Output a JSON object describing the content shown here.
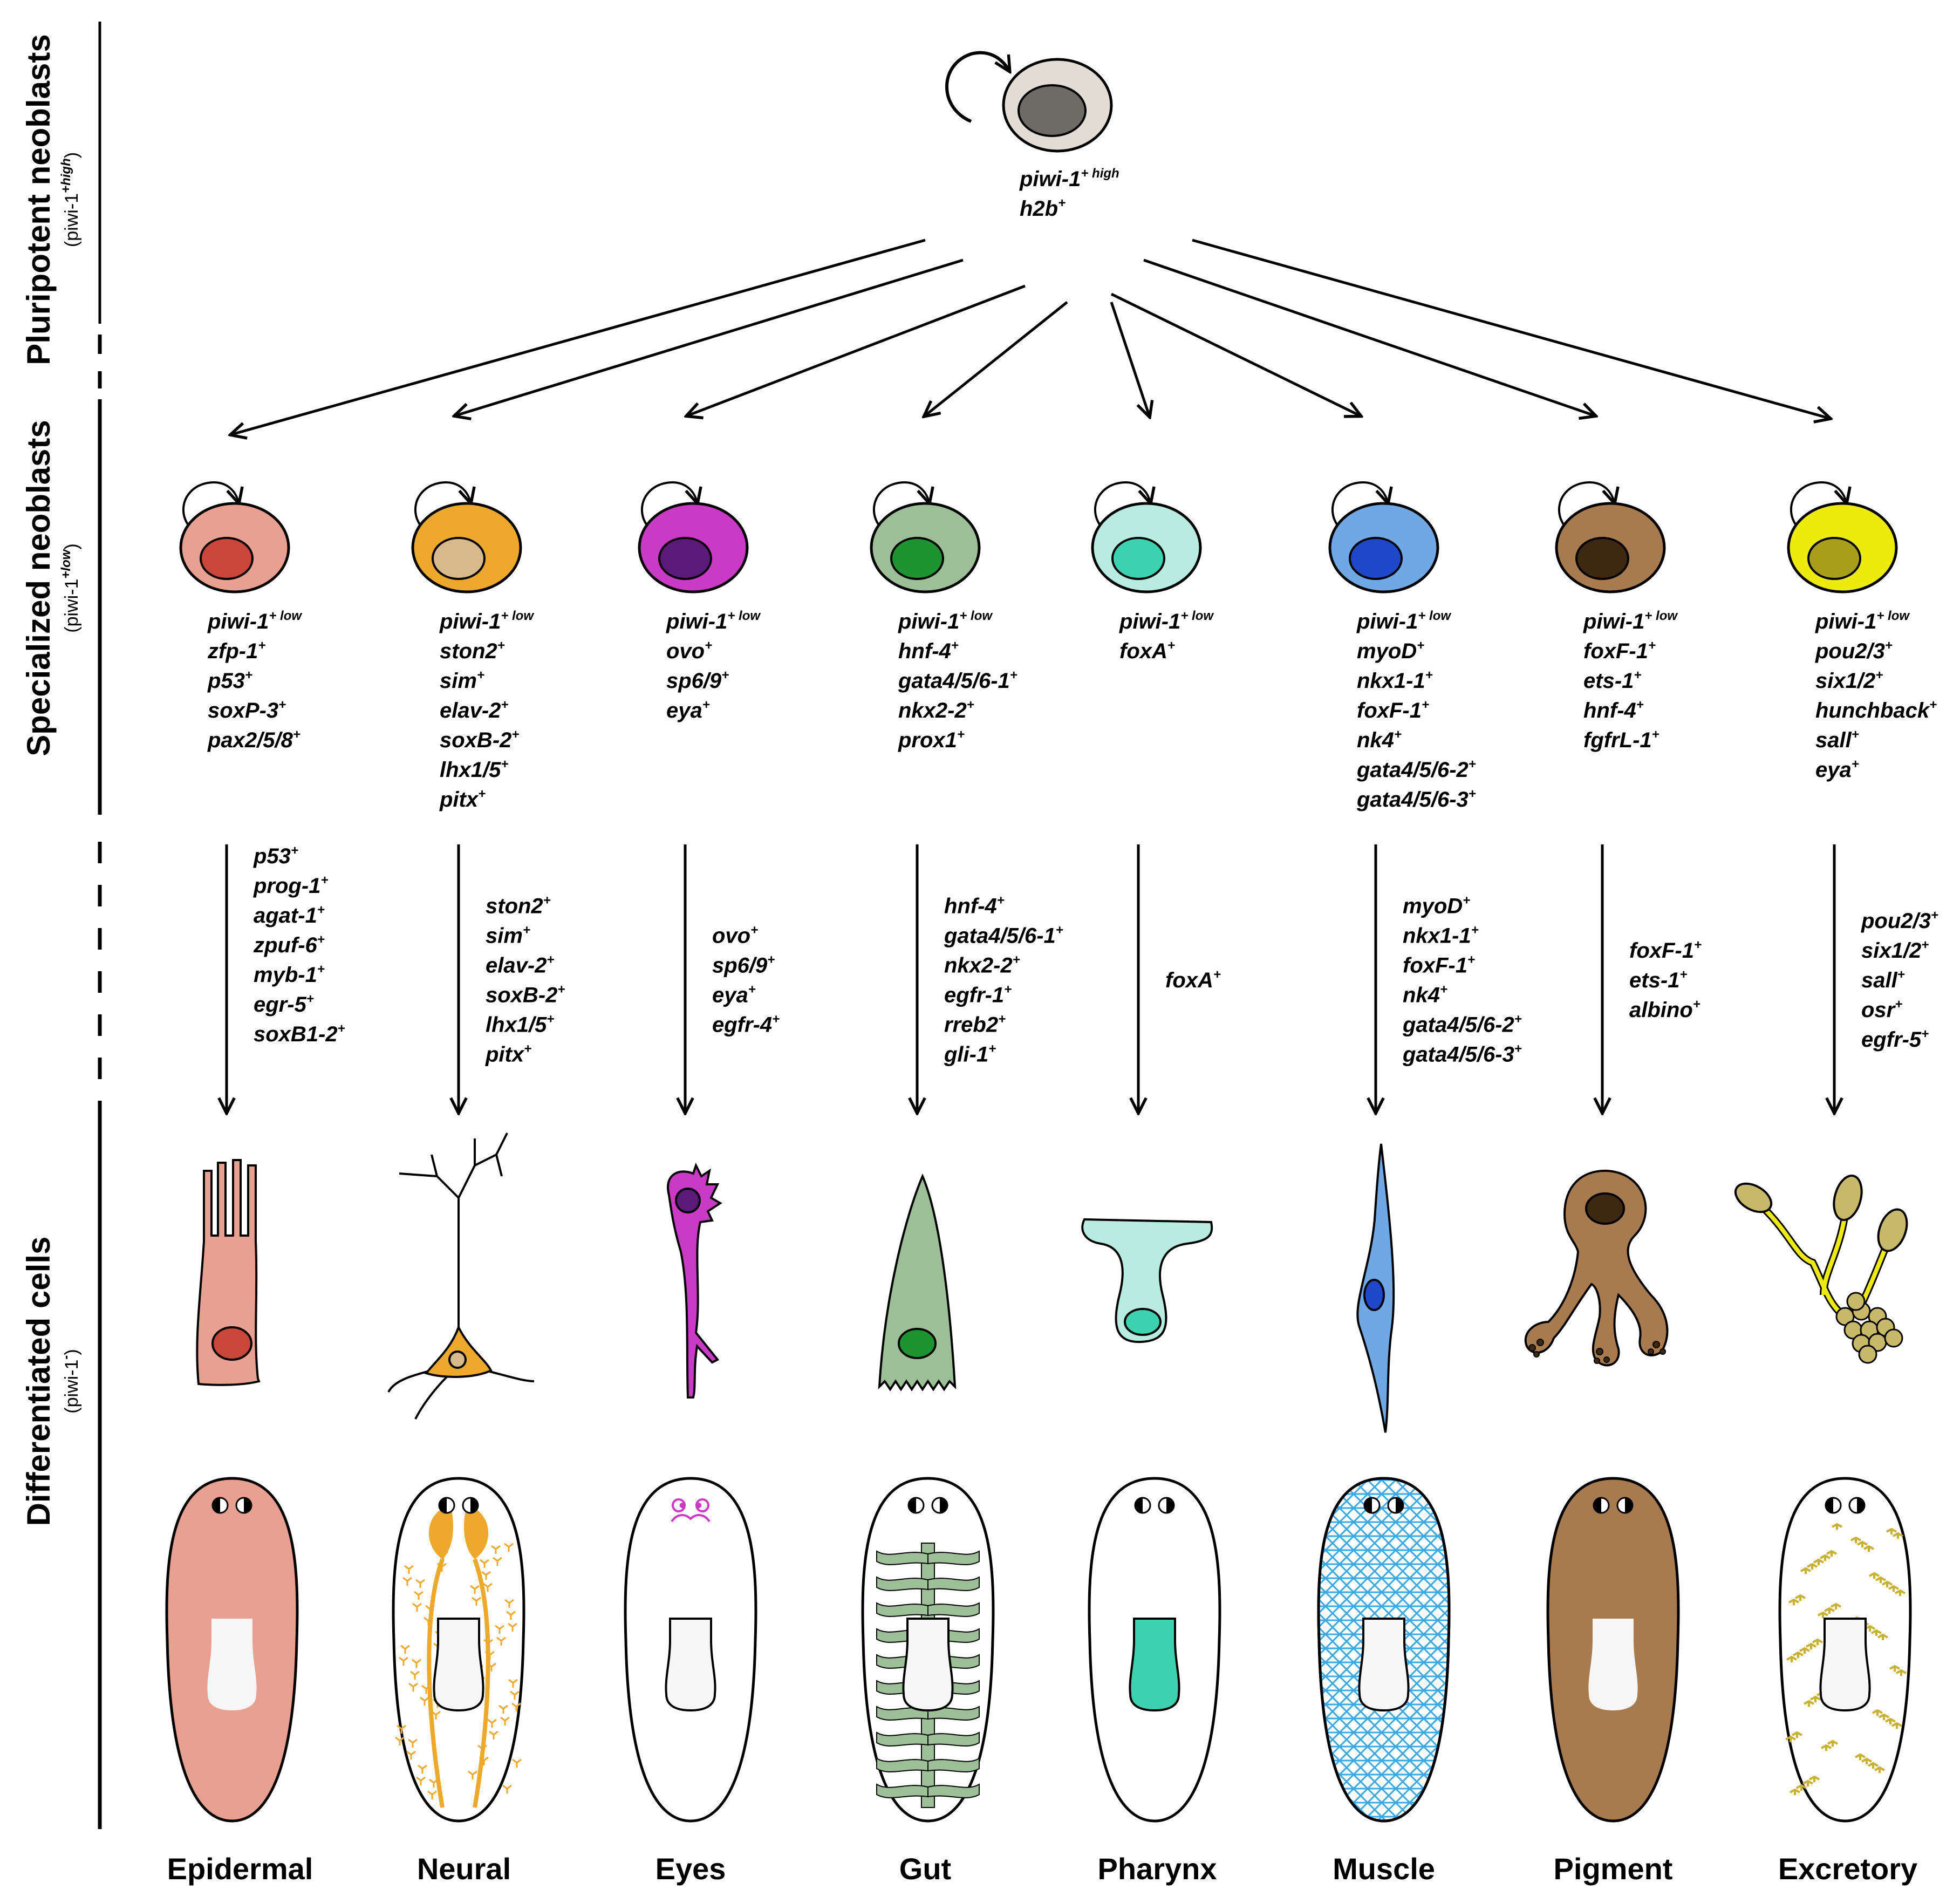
{
  "stages": [
    {
      "label": "Pluripotent neoblasts",
      "sub": "piwi-1",
      "sub_sup": "+high"
    },
    {
      "label": "Specialized neoblasts",
      "sub": "piwi-1",
      "sub_sup": "+low"
    },
    {
      "label": "Differentiated cells",
      "sub": "piwi-1",
      "sub_sup": "-"
    }
  ],
  "pluripotent": {
    "markers": [
      {
        "name": "piwi-1",
        "sup": "+ high"
      },
      {
        "name": "h2b",
        "sup": "+"
      }
    ]
  },
  "lineages": [
    {
      "name": "Epidermal",
      "cell_color": "#e8a090",
      "nucleus_color": "#c8473a",
      "neoblast_markers": [
        {
          "name": "piwi-1",
          "sup": "+ low"
        },
        {
          "name": "zfp-1",
          "sup": "+"
        },
        {
          "name": "p53",
          "sup": "+"
        },
        {
          "name": "soxP-3",
          "sup": "+"
        },
        {
          "name": "pax2/5/8",
          "sup": "+"
        }
      ],
      "progenitor_markers": [
        {
          "name": "p53",
          "sup": "+"
        },
        {
          "name": "prog-1",
          "sup": "+"
        },
        {
          "name": "agat-1",
          "sup": "+"
        },
        {
          "name": "zpuf-6",
          "sup": "+"
        },
        {
          "name": "myb-1",
          "sup": "+"
        },
        {
          "name": "egr-5",
          "sup": "+"
        },
        {
          "name": "soxB1-2",
          "sup": "+"
        }
      ]
    },
    {
      "name": "Neural",
      "cell_color": "#eea92c",
      "nucleus_color": "#d8b98c",
      "neoblast_markers": [
        {
          "name": "piwi-1",
          "sup": "+ low"
        },
        {
          "name": "ston2",
          "sup": "+"
        },
        {
          "name": "sim",
          "sup": "+"
        },
        {
          "name": "elav-2",
          "sup": "+"
        },
        {
          "name": "soxB-2",
          "sup": "+"
        },
        {
          "name": "lhx1/5",
          "sup": "+"
        },
        {
          "name": "pitx",
          "sup": "+"
        }
      ],
      "progenitor_markers": [
        {
          "name": "ston2",
          "sup": "+"
        },
        {
          "name": "sim",
          "sup": "+"
        },
        {
          "name": "elav-2",
          "sup": "+"
        },
        {
          "name": "soxB-2",
          "sup": "+"
        },
        {
          "name": "lhx1/5",
          "sup": "+"
        },
        {
          "name": "pitx",
          "sup": "+"
        }
      ]
    },
    {
      "name": "Eyes",
      "cell_color": "#c93bc4",
      "nucleus_color": "#5a1a78",
      "neoblast_markers": [
        {
          "name": "piwi-1",
          "sup": "+ low"
        },
        {
          "name": "ovo",
          "sup": "+"
        },
        {
          "name": "sp6/9",
          "sup": "+"
        },
        {
          "name": "eya",
          "sup": "+"
        }
      ],
      "progenitor_markers": [
        {
          "name": "ovo",
          "sup": "+"
        },
        {
          "name": "sp6/9",
          "sup": "+"
        },
        {
          "name": "eya",
          "sup": "+"
        },
        {
          "name": "egfr-4",
          "sup": "+"
        }
      ]
    },
    {
      "name": "Gut",
      "cell_color": "#9cbf98",
      "nucleus_color": "#1d9430",
      "neoblast_markers": [
        {
          "name": "piwi-1",
          "sup": "+ low"
        },
        {
          "name": "hnf-4",
          "sup": "+"
        },
        {
          "name": "gata4/5/6-1",
          "sup": "+"
        },
        {
          "name": "nkx2-2",
          "sup": "+"
        },
        {
          "name": "prox1",
          "sup": "+"
        }
      ],
      "progenitor_markers": [
        {
          "name": "hnf-4",
          "sup": "+"
        },
        {
          "name": "gata4/5/6-1",
          "sup": "+"
        },
        {
          "name": "nkx2-2",
          "sup": "+"
        },
        {
          "name": "egfr-1",
          "sup": "+"
        },
        {
          "name": "rreb2",
          "sup": "+"
        },
        {
          "name": "gli-1",
          "sup": "+"
        }
      ]
    },
    {
      "name": "Pharynx",
      "cell_color": "#b8ece0",
      "nucleus_color": "#3dd1b0",
      "neoblast_markers": [
        {
          "name": "piwi-1",
          "sup": "+ low"
        },
        {
          "name": "foxA",
          "sup": "+"
        }
      ],
      "progenitor_markers": [
        {
          "name": "foxA",
          "sup": "+"
        }
      ]
    },
    {
      "name": "Muscle",
      "cell_color": "#6fa8e4",
      "nucleus_color": "#1f48c8",
      "neoblast_markers": [
        {
          "name": "piwi-1",
          "sup": "+ low"
        },
        {
          "name": "myoD",
          "sup": "+"
        },
        {
          "name": "nkx1-1",
          "sup": "+"
        },
        {
          "name": "foxF-1",
          "sup": "+"
        },
        {
          "name": "nk4",
          "sup": "+"
        },
        {
          "name": "gata4/5/6-2",
          "sup": "+"
        },
        {
          "name": "gata4/5/6-3",
          "sup": "+"
        }
      ],
      "progenitor_markers": [
        {
          "name": "myoD",
          "sup": "+"
        },
        {
          "name": "nkx1-1",
          "sup": "+"
        },
        {
          "name": "foxF-1",
          "sup": "+"
        },
        {
          "name": "nk4",
          "sup": "+"
        },
        {
          "name": "gata4/5/6-2",
          "sup": "+"
        },
        {
          "name": "gata4/5/6-3",
          "sup": "+"
        }
      ]
    },
    {
      "name": "Pigment",
      "cell_color": "#a87a50",
      "nucleus_color": "#3d2812",
      "neoblast_markers": [
        {
          "name": "piwi-1",
          "sup": "+ low"
        },
        {
          "name": "foxF-1",
          "sup": "+"
        },
        {
          "name": "ets-1",
          "sup": "+"
        },
        {
          "name": "hnf-4",
          "sup": "+"
        },
        {
          "name": "fgfrL-1",
          "sup": "+"
        }
      ],
      "progenitor_markers": [
        {
          "name": "foxF-1",
          "sup": "+"
        },
        {
          "name": "ets-1",
          "sup": "+"
        },
        {
          "name": "albino",
          "sup": "+"
        }
      ]
    },
    {
      "name": "Excretory",
      "cell_color": "#eeea0c",
      "nucleus_color": "#a89e1a",
      "neoblast_markers": [
        {
          "name": "piwi-1",
          "sup": "+ low"
        },
        {
          "name": "pou2/3",
          "sup": "+"
        },
        {
          "name": "six1/2",
          "sup": "+"
        },
        {
          "name": "hunchback",
          "sup": "+"
        },
        {
          "name": "sall",
          "sup": "+"
        },
        {
          "name": "eya",
          "sup": "+"
        }
      ],
      "progenitor_markers": [
        {
          "name": "pou2/3",
          "sup": "+"
        },
        {
          "name": "six1/2",
          "sup": "+"
        },
        {
          "name": "sall",
          "sup": "+"
        },
        {
          "name": "osr",
          "sup": "+"
        },
        {
          "name": "egfr-5",
          "sup": "+"
        }
      ]
    }
  ]
}
